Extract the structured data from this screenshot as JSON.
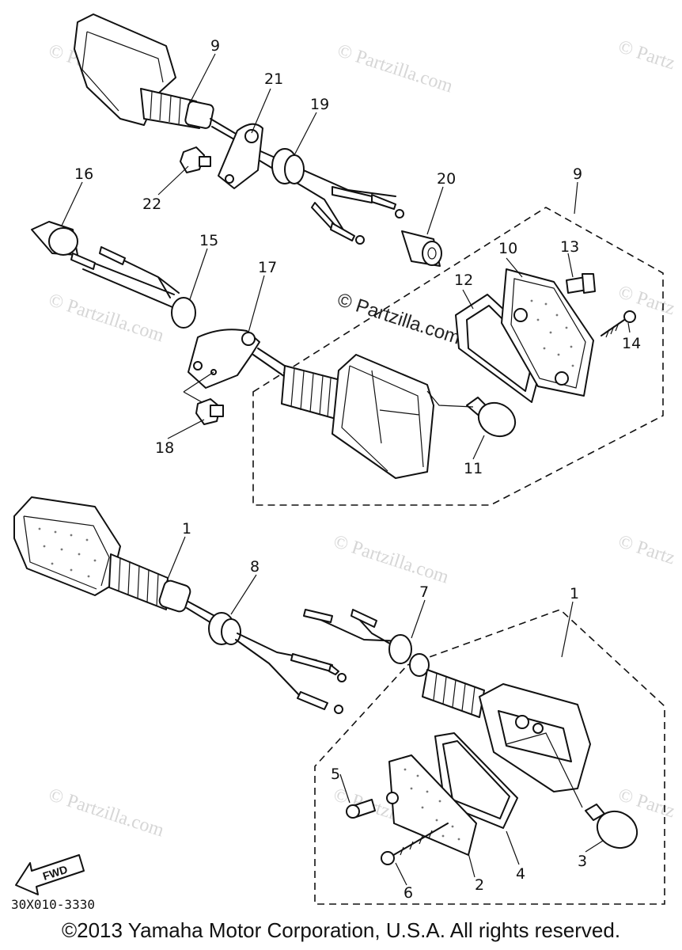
{
  "labels": {
    "l9a": "9",
    "l21": "21",
    "l19": "19",
    "l16": "16",
    "l22": "22",
    "l20": "20",
    "l9b": "9",
    "l15": "15",
    "l17": "17",
    "l10": "10",
    "l13": "13",
    "l12": "12",
    "l14": "14",
    "l18": "18",
    "l11": "11",
    "l1a": "1",
    "l8": "8",
    "l7": "7",
    "l1b": "1",
    "l5": "5",
    "l3": "3",
    "l2": "2",
    "l4": "4",
    "l6": "6"
  },
  "watermarks": {
    "w1": "© Partzilla.com",
    "w2": "© Partz",
    "w3": "© Partzilla.com",
    "w4": "© Partz",
    "w5": "© Partzilla.com",
    "w6": "© Partz",
    "w7": "© Partzilla.com",
    "w8": "© Partz",
    "center": "© Partzilla.com"
  },
  "fwd_label": "FWD",
  "diagram_code": "30X010-3330",
  "copyright": "©2013 Yamaha Motor Corporation, U.S.A. All rights reserved."
}
